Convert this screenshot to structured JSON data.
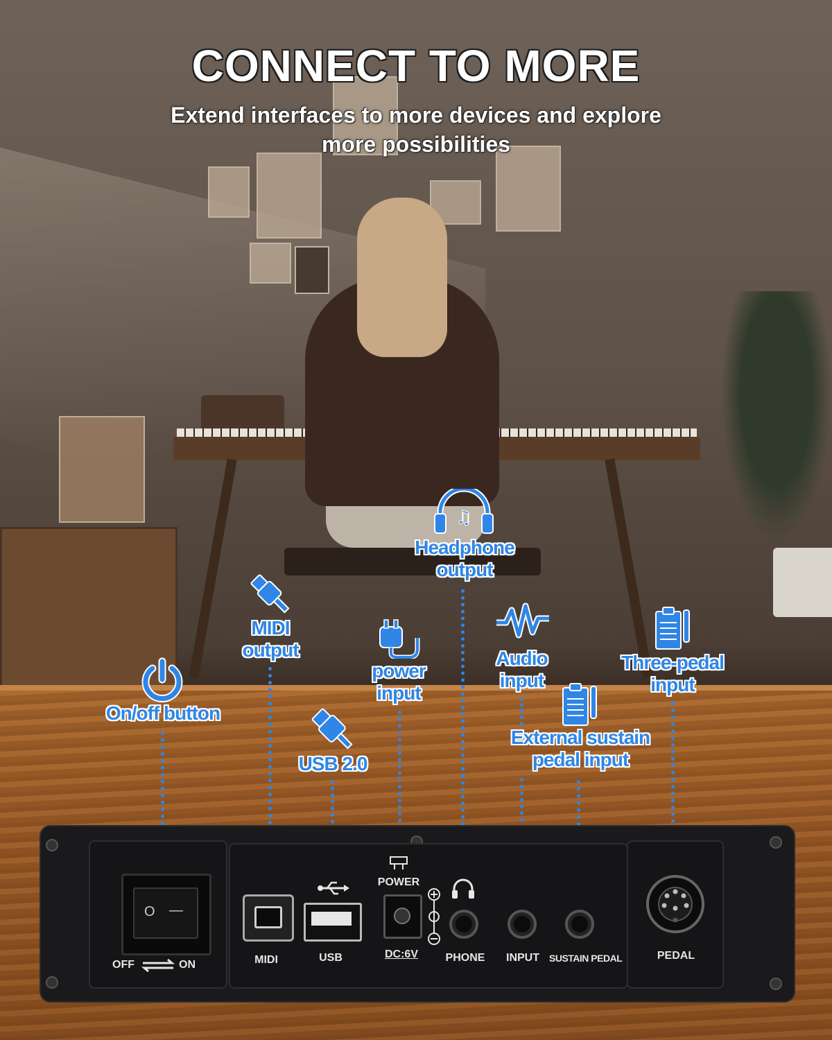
{
  "header": {
    "title": "CONNECT TO MORE",
    "subtitle_line1": "Extend interfaces to more devices and explore",
    "subtitle_line2": "more possibilities"
  },
  "callouts": {
    "onoff": "On/off button",
    "midi_line1": "MIDI",
    "midi_line2": "output",
    "usb": "USB 2.0",
    "power_line1": "power",
    "power_line2": "input",
    "headphone_line1": "Headphone",
    "headphone_line2": "output",
    "audio_line1": "Audio",
    "audio_line2": "input",
    "sustain_line1": "External sustain",
    "sustain_line2": "pedal input",
    "three_pedal_line1": "Three-pedal",
    "three_pedal_line2": "input"
  },
  "panel": {
    "off": "OFF",
    "on": "ON",
    "switch_o": "O",
    "switch_i": "—",
    "midi": "MIDI",
    "usb": "USB",
    "power": "POWER",
    "dc": "DC:6V",
    "phone": "PHONE",
    "input": "INPUT",
    "sustain": "SUSTAIN PEDAL",
    "pedal": "PEDAL"
  },
  "colors": {
    "accent": "#2f86e6",
    "panel": "#1a1a1c",
    "wood": "#9a5a26"
  }
}
